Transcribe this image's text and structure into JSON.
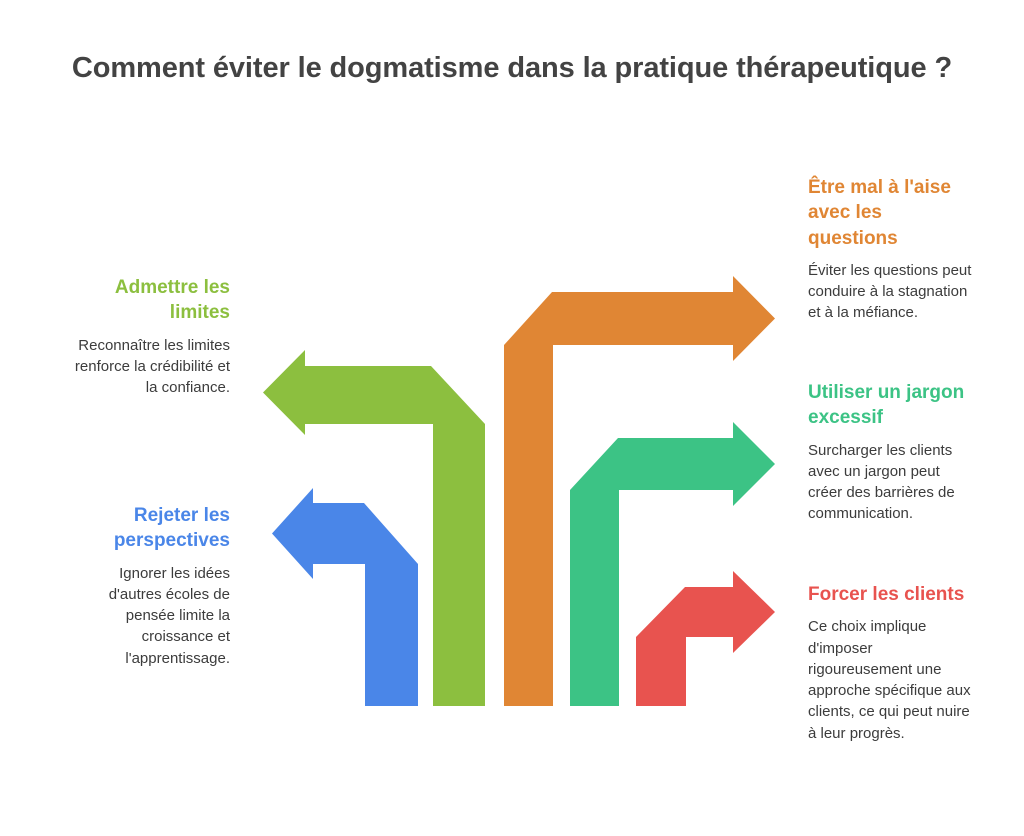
{
  "title": "Comment éviter le dogmatisme dans la pratique thérapeutique ?",
  "colors": {
    "green": "#8cbf3f",
    "blue": "#4a86e8",
    "orange": "#e08634",
    "teal": "#3cc385",
    "red": "#e8534f",
    "title_text": "#434343",
    "body_text": "#3c3c3c",
    "background": "#ffffff"
  },
  "items": [
    {
      "id": "admettre-les-limites",
      "heading": "Admettre les limites",
      "body": "Reconnaître les limites renforce la crédibilité et la confiance.",
      "color": "#8cbf3f",
      "side": "left",
      "direction": "left"
    },
    {
      "id": "rejeter-les-perspectives",
      "heading": "Rejeter les perspectives",
      "body": "Ignorer les idées d'autres écoles de pensée limite la croissance et l'apprentissage.",
      "color": "#4a86e8",
      "side": "left",
      "direction": "left"
    },
    {
      "id": "etre-mal-a-laise-avec-les-questions",
      "heading": "Être mal à l'aise avec les questions",
      "body": "Éviter les questions peut conduire à la stagnation et à la méfiance.",
      "color": "#e08634",
      "side": "right",
      "direction": "right"
    },
    {
      "id": "utiliser-un-jargon-excessif",
      "heading": "Utiliser un jargon excessif",
      "body": "Surcharger les clients avec un jargon peut créer des barrières de communication.",
      "color": "#3cc385",
      "side": "right",
      "direction": "right"
    },
    {
      "id": "forcer-les-clients",
      "heading": "Forcer les clients",
      "body": "Ce choix implique d'imposer rigoureusement une approche spécifique aux clients, ce qui peut nuire à leur progrès.",
      "color": "#e8534f",
      "side": "right",
      "direction": "right"
    }
  ]
}
